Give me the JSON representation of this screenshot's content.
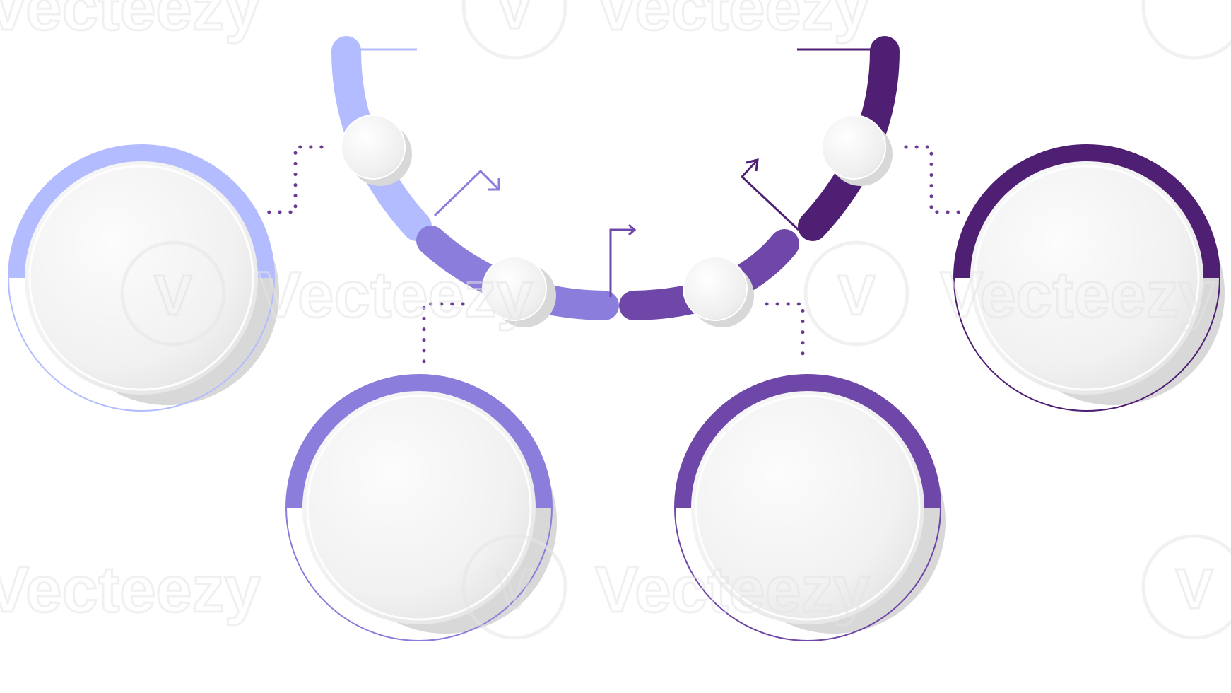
{
  "colors": {
    "step1": "#b3bcff",
    "step2": "#8a7ddb",
    "step3": "#6f47a8",
    "step4": "#4f1f73",
    "dot": "#6b3a93",
    "disc_light": "#fafafa",
    "disc_mid": "#eeeeee",
    "shadow": "#d8d8d8"
  },
  "watermark": {
    "text": "Vecteezy",
    "icon_letter": "V"
  },
  "steps": [
    {
      "id": 1,
      "color_key": "step1",
      "icon": "empty-circle"
    },
    {
      "id": 2,
      "color_key": "step2",
      "icon": "empty-circle"
    },
    {
      "id": 3,
      "color_key": "step3",
      "icon": "empty-circle"
    },
    {
      "id": 4,
      "color_key": "step4",
      "icon": "empty-circle"
    }
  ]
}
